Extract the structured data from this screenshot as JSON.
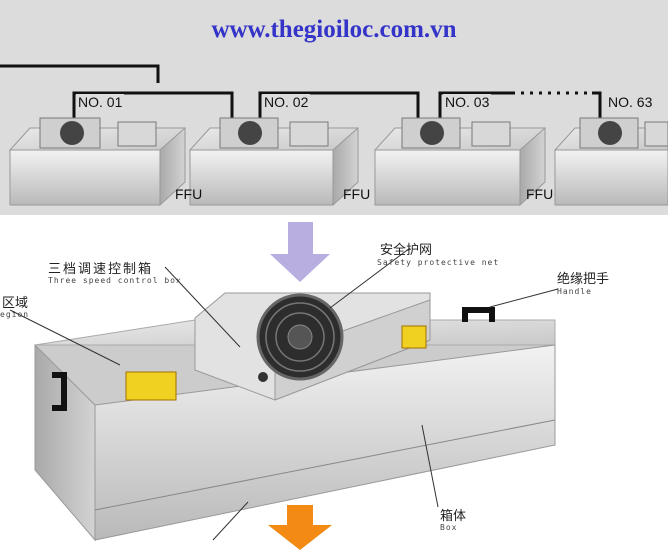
{
  "header": {
    "website": "www.thegioiloc.com.vn"
  },
  "chain": {
    "units": [
      {
        "id": "NO. 01",
        "label": "FFU"
      },
      {
        "id": "NO. 02",
        "label": "FFU"
      },
      {
        "id": "NO. 03",
        "label": "FFU"
      },
      {
        "id": "NO. 63",
        "label": ""
      }
    ]
  },
  "callouts": {
    "control_box_cn": "三档调速控制箱",
    "control_box_en": "Three speed control box",
    "safety_net_cn": "安全护网",
    "safety_net_en": "Safety protective net",
    "handle_cn": "绝缘把手",
    "handle_en": "Handle",
    "region_cn": "区域",
    "region_en": "egion",
    "box_cn": "箱体",
    "box_en": "Box"
  },
  "colors": {
    "website": "#3434c8",
    "arrow_down": "#b8aee0",
    "arrow_out": "#f28a14",
    "band": "#dcdcdc"
  }
}
